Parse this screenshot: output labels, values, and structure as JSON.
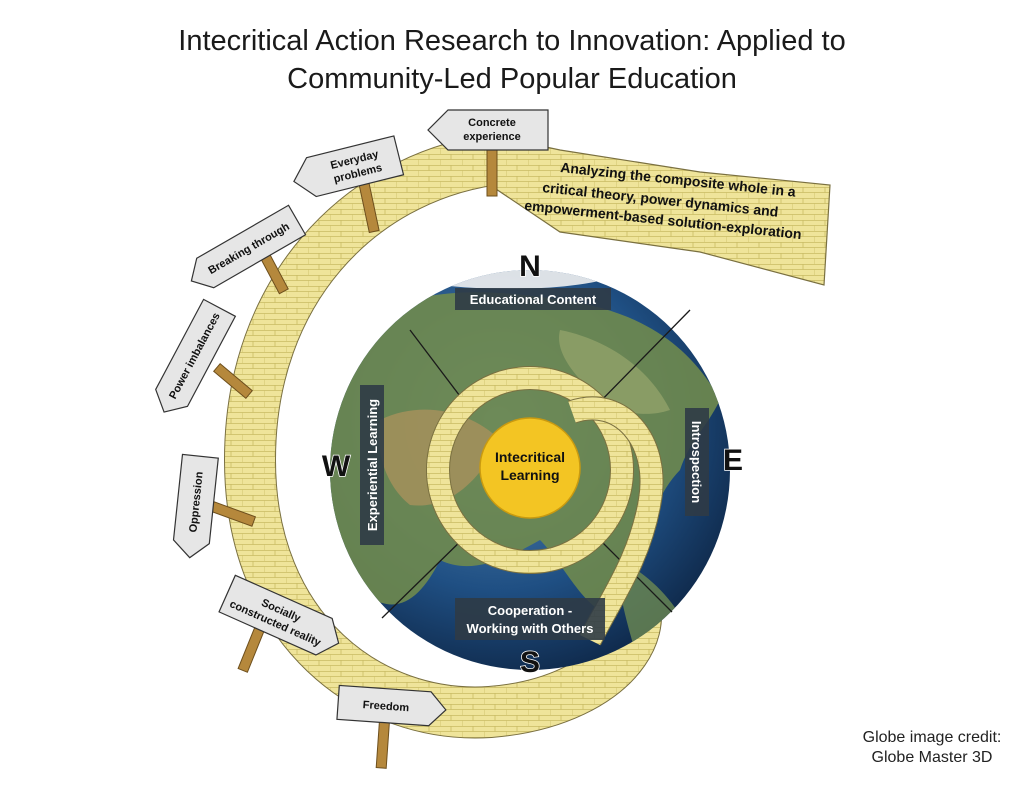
{
  "title": {
    "line1": "Intecritical Action Research to Innovation: Applied to",
    "line2": "Community-Led Popular Education"
  },
  "signposts": [
    {
      "line1": "Concrete",
      "line2": "experience"
    },
    {
      "line1": "Everyday",
      "line2": "problems"
    },
    {
      "line1": "Breaking through",
      "line2": ""
    },
    {
      "line1": "Power imbalances",
      "line2": ""
    },
    {
      "line1": "Oppression",
      "line2": ""
    },
    {
      "line1": "Socially",
      "line2": "constructed reality"
    },
    {
      "line1": "Freedom",
      "line2": ""
    }
  ],
  "band_text": {
    "line1": "Analyzing the composite whole in a",
    "line2": "critical theory, power dynamics and",
    "line3": "empowerment-based solution-exploration"
  },
  "compass": {
    "north": "N",
    "south": "S",
    "east": "E",
    "west": "W"
  },
  "globe_labels": {
    "north": "Educational Content",
    "west": "Experiential Learning",
    "east": "Introspection",
    "south_line1": "Cooperation -",
    "south_line2": "Working with Others"
  },
  "center": {
    "line1": "Intecritical",
    "line2": "Learning"
  },
  "credit": {
    "line1": "Globe image credit:",
    "line2": "Globe Master 3D"
  },
  "colors": {
    "band": "#efe49a",
    "band_brick": "#c9bb63",
    "sign": "#e6e6e6",
    "post": "#b5883c",
    "center": "#f3c523",
    "label_bg": "#2f3b46"
  }
}
